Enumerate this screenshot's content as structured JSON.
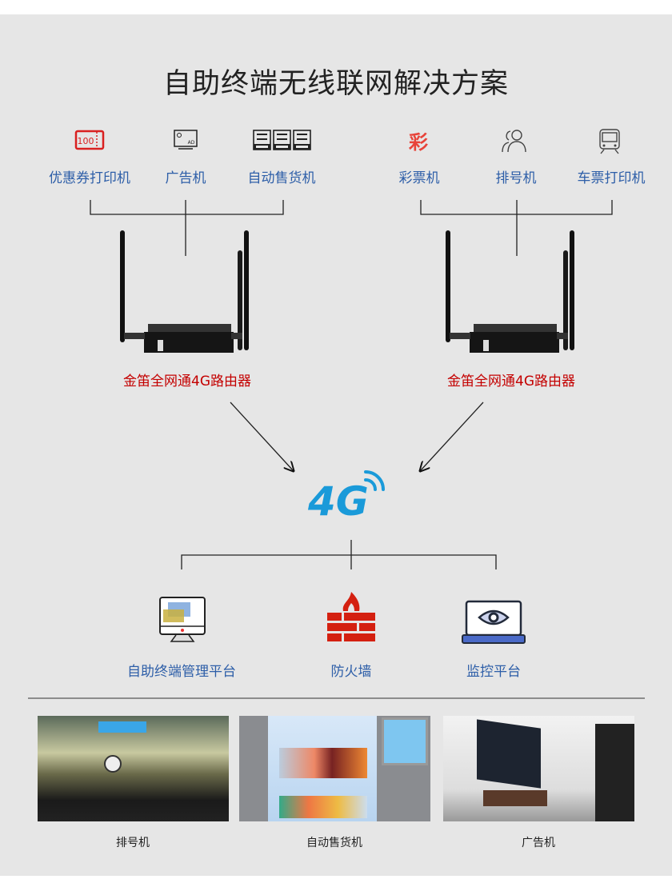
{
  "title": "自助终端无线联网解决方案",
  "left_devices": [
    {
      "label": "优惠券打印机",
      "icon": "coupon-icon"
    },
    {
      "label": "广告机",
      "icon": "ad-screen-icon"
    },
    {
      "label": "自动售货机",
      "icon": "vending-machine-icon"
    }
  ],
  "right_devices": [
    {
      "label": "彩票机",
      "icon": "lottery-icon",
      "glyph": "彩"
    },
    {
      "label": "排号机",
      "icon": "queue-people-icon"
    },
    {
      "label": "车票打印机",
      "icon": "train-icon"
    }
  ],
  "coupon_text": "100",
  "ad_text": "AD",
  "routers": [
    {
      "label": "金笛全网通4G路由器"
    },
    {
      "label": "金笛全网通4G路由器"
    }
  ],
  "network": {
    "label": "4G"
  },
  "platforms": [
    {
      "label": "自助终端管理平台",
      "icon": "monitor-icon"
    },
    {
      "label": "防火墙",
      "icon": "firewall-icon"
    },
    {
      "label": "监控平台",
      "icon": "laptop-eye-icon"
    }
  ],
  "photos": [
    {
      "caption": "排号机"
    },
    {
      "caption": "自动售货机"
    },
    {
      "caption": "广告机"
    }
  ],
  "colors": {
    "blue": "#2d5ea8",
    "red": "#c40000",
    "logo": "#1a9ad9",
    "bg": "#e6e6e6"
  }
}
